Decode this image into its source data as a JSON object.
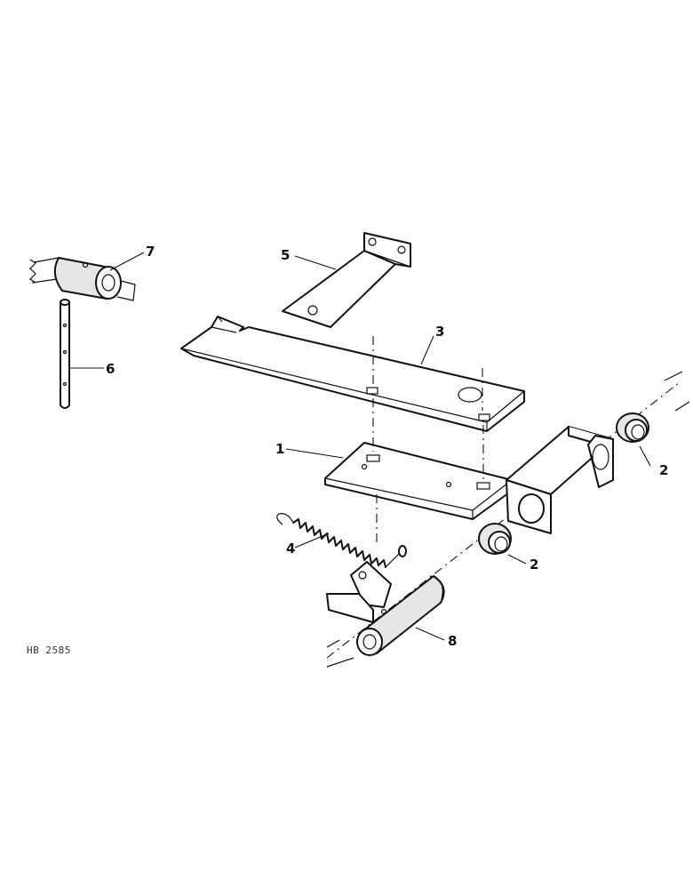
{
  "figure": {
    "reference_code": "HB 2585"
  },
  "callouts": {
    "c1": "1",
    "c2a": "2",
    "c2b": "2",
    "c3": "3",
    "c4": "4",
    "c5": "5",
    "c6": "6",
    "c7": "7",
    "c8": "8"
  }
}
